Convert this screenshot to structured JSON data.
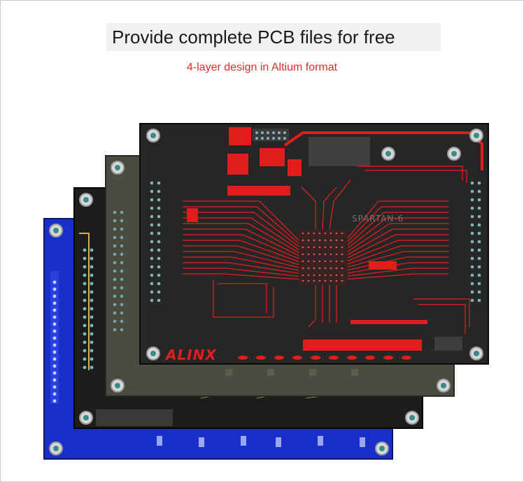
{
  "header": {
    "title": "Provide complete PCB files for free",
    "subtitle": "4-layer design in Altium format"
  },
  "board": {
    "logo": "ALINX",
    "chip_label": "SPARTAN-6"
  },
  "colors": {
    "subtitle": "#d9302a",
    "layer_blue": "#1a2fc9",
    "layer_black": "#1c1c1c",
    "layer_olive": "#4b4b3f",
    "layer_top_copper": "#e21d1d"
  }
}
